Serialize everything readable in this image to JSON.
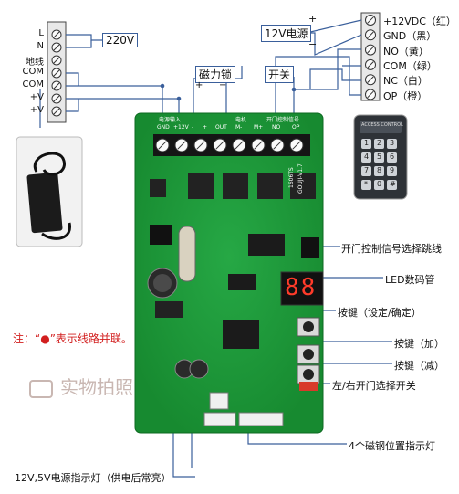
{
  "left_terminal": {
    "labels": [
      "L",
      "N",
      "地线",
      "COM",
      "COM",
      "+V",
      "+V"
    ]
  },
  "ac_box": "220V",
  "dc_box": "12V电源",
  "dc_plus": "+",
  "dc_minus": "−",
  "right_terminal": {
    "labels": [
      "+12VDC（红）",
      "GND（黑）",
      "NO（黄）",
      "COM（绿）",
      "NC（白）",
      "OP（橙）"
    ]
  },
  "mag_lock_box": "磁力锁",
  "switch_box": "开关",
  "lock_plus": "+",
  "lock_minus": "−",
  "board_labels": {
    "power_in": "电源输入",
    "lock": "电机",
    "open_signal": "开门控制信号",
    "pins": [
      "GND",
      "+12V",
      "-",
      "+",
      "OUT",
      "M-",
      "M+",
      "NO",
      "OP"
    ],
    "model": "1606TS",
    "version": "GOUJI-V1.7"
  },
  "seven_seg": "88",
  "note": "注：“●”表示线路并联。",
  "watermark": "实物拍照",
  "callouts": {
    "jumper": "开门控制信号选择跳线",
    "led": "LED数码管",
    "key_set": "按键（设定/确定）",
    "key_add": "按键（加）",
    "key_sub": "按键（减）",
    "lr_switch": "左/右开门选择开关",
    "mag_leds": "4个磁钢位置指示灯",
    "power_leds": "12V,5V电源指示灯（供电后常亮）"
  },
  "keypad": {
    "brand": "ACCESS CONTROL",
    "keys": [
      "1",
      "2",
      "3",
      "4",
      "5",
      "6",
      "7",
      "8",
      "9",
      "*",
      "0",
      "#"
    ]
  },
  "colors": {
    "pcb": "#1e9a3a",
    "line": "#3a5f9b",
    "red": "#d21f1f"
  }
}
